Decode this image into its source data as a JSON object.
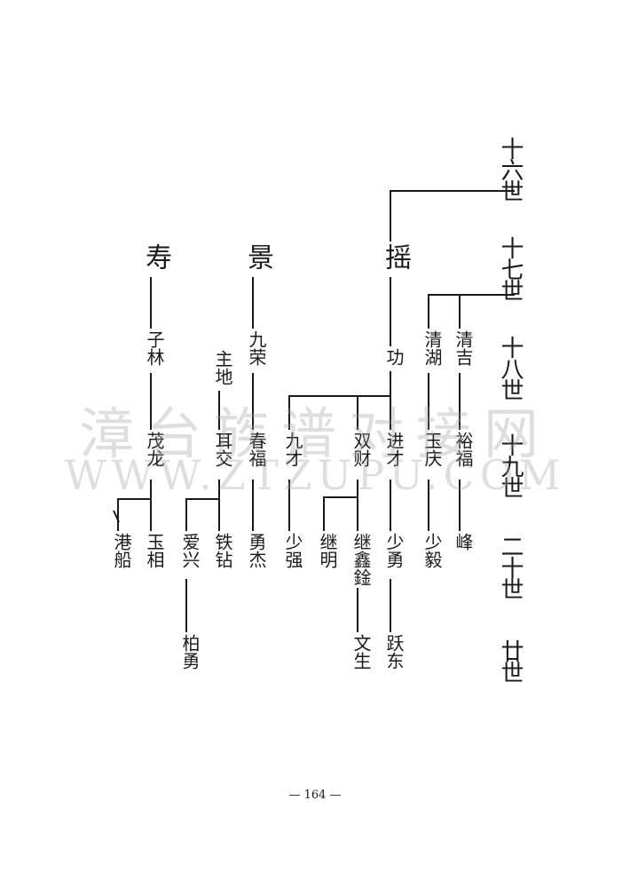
{
  "generations": [
    "十六世",
    "十七世",
    "十八世",
    "十九世",
    "二十世",
    "廿世"
  ],
  "names": {
    "yao": "摇",
    "jing": "景",
    "shou": "寿",
    "qingji": "清吉",
    "qinghu": "清湖",
    "gong": "功",
    "yufu": "裕福",
    "yuqing": "玉庆",
    "jincai": "进才",
    "shuangcai": "双财",
    "jiucai": "九才",
    "feng": "峰",
    "shaoyi": "少毅",
    "shaoyong": "少勇",
    "jixinsheng": "继鑫鍂",
    "jiming": "继明",
    "shaoqiang": "少强",
    "jiurong": "九荣",
    "zhudi": "主地",
    "chunfu": "春福",
    "erjiao": "耳交",
    "yongjie": "勇杰",
    "tiezuan": "铁钻",
    "aixing": "爱兴",
    "zilin": "子林",
    "maolong": "茂龙",
    "yuxiang": "玉相",
    "gangchuan": "港船",
    "baiyong": "柏勇",
    "wensheng": "文生",
    "yuedong": "跃东"
  },
  "watermark": {
    "line1": "漳台族谱对接网",
    "line2": "WWW.ZTZUPU.COM"
  },
  "page_number": "— 164 —"
}
